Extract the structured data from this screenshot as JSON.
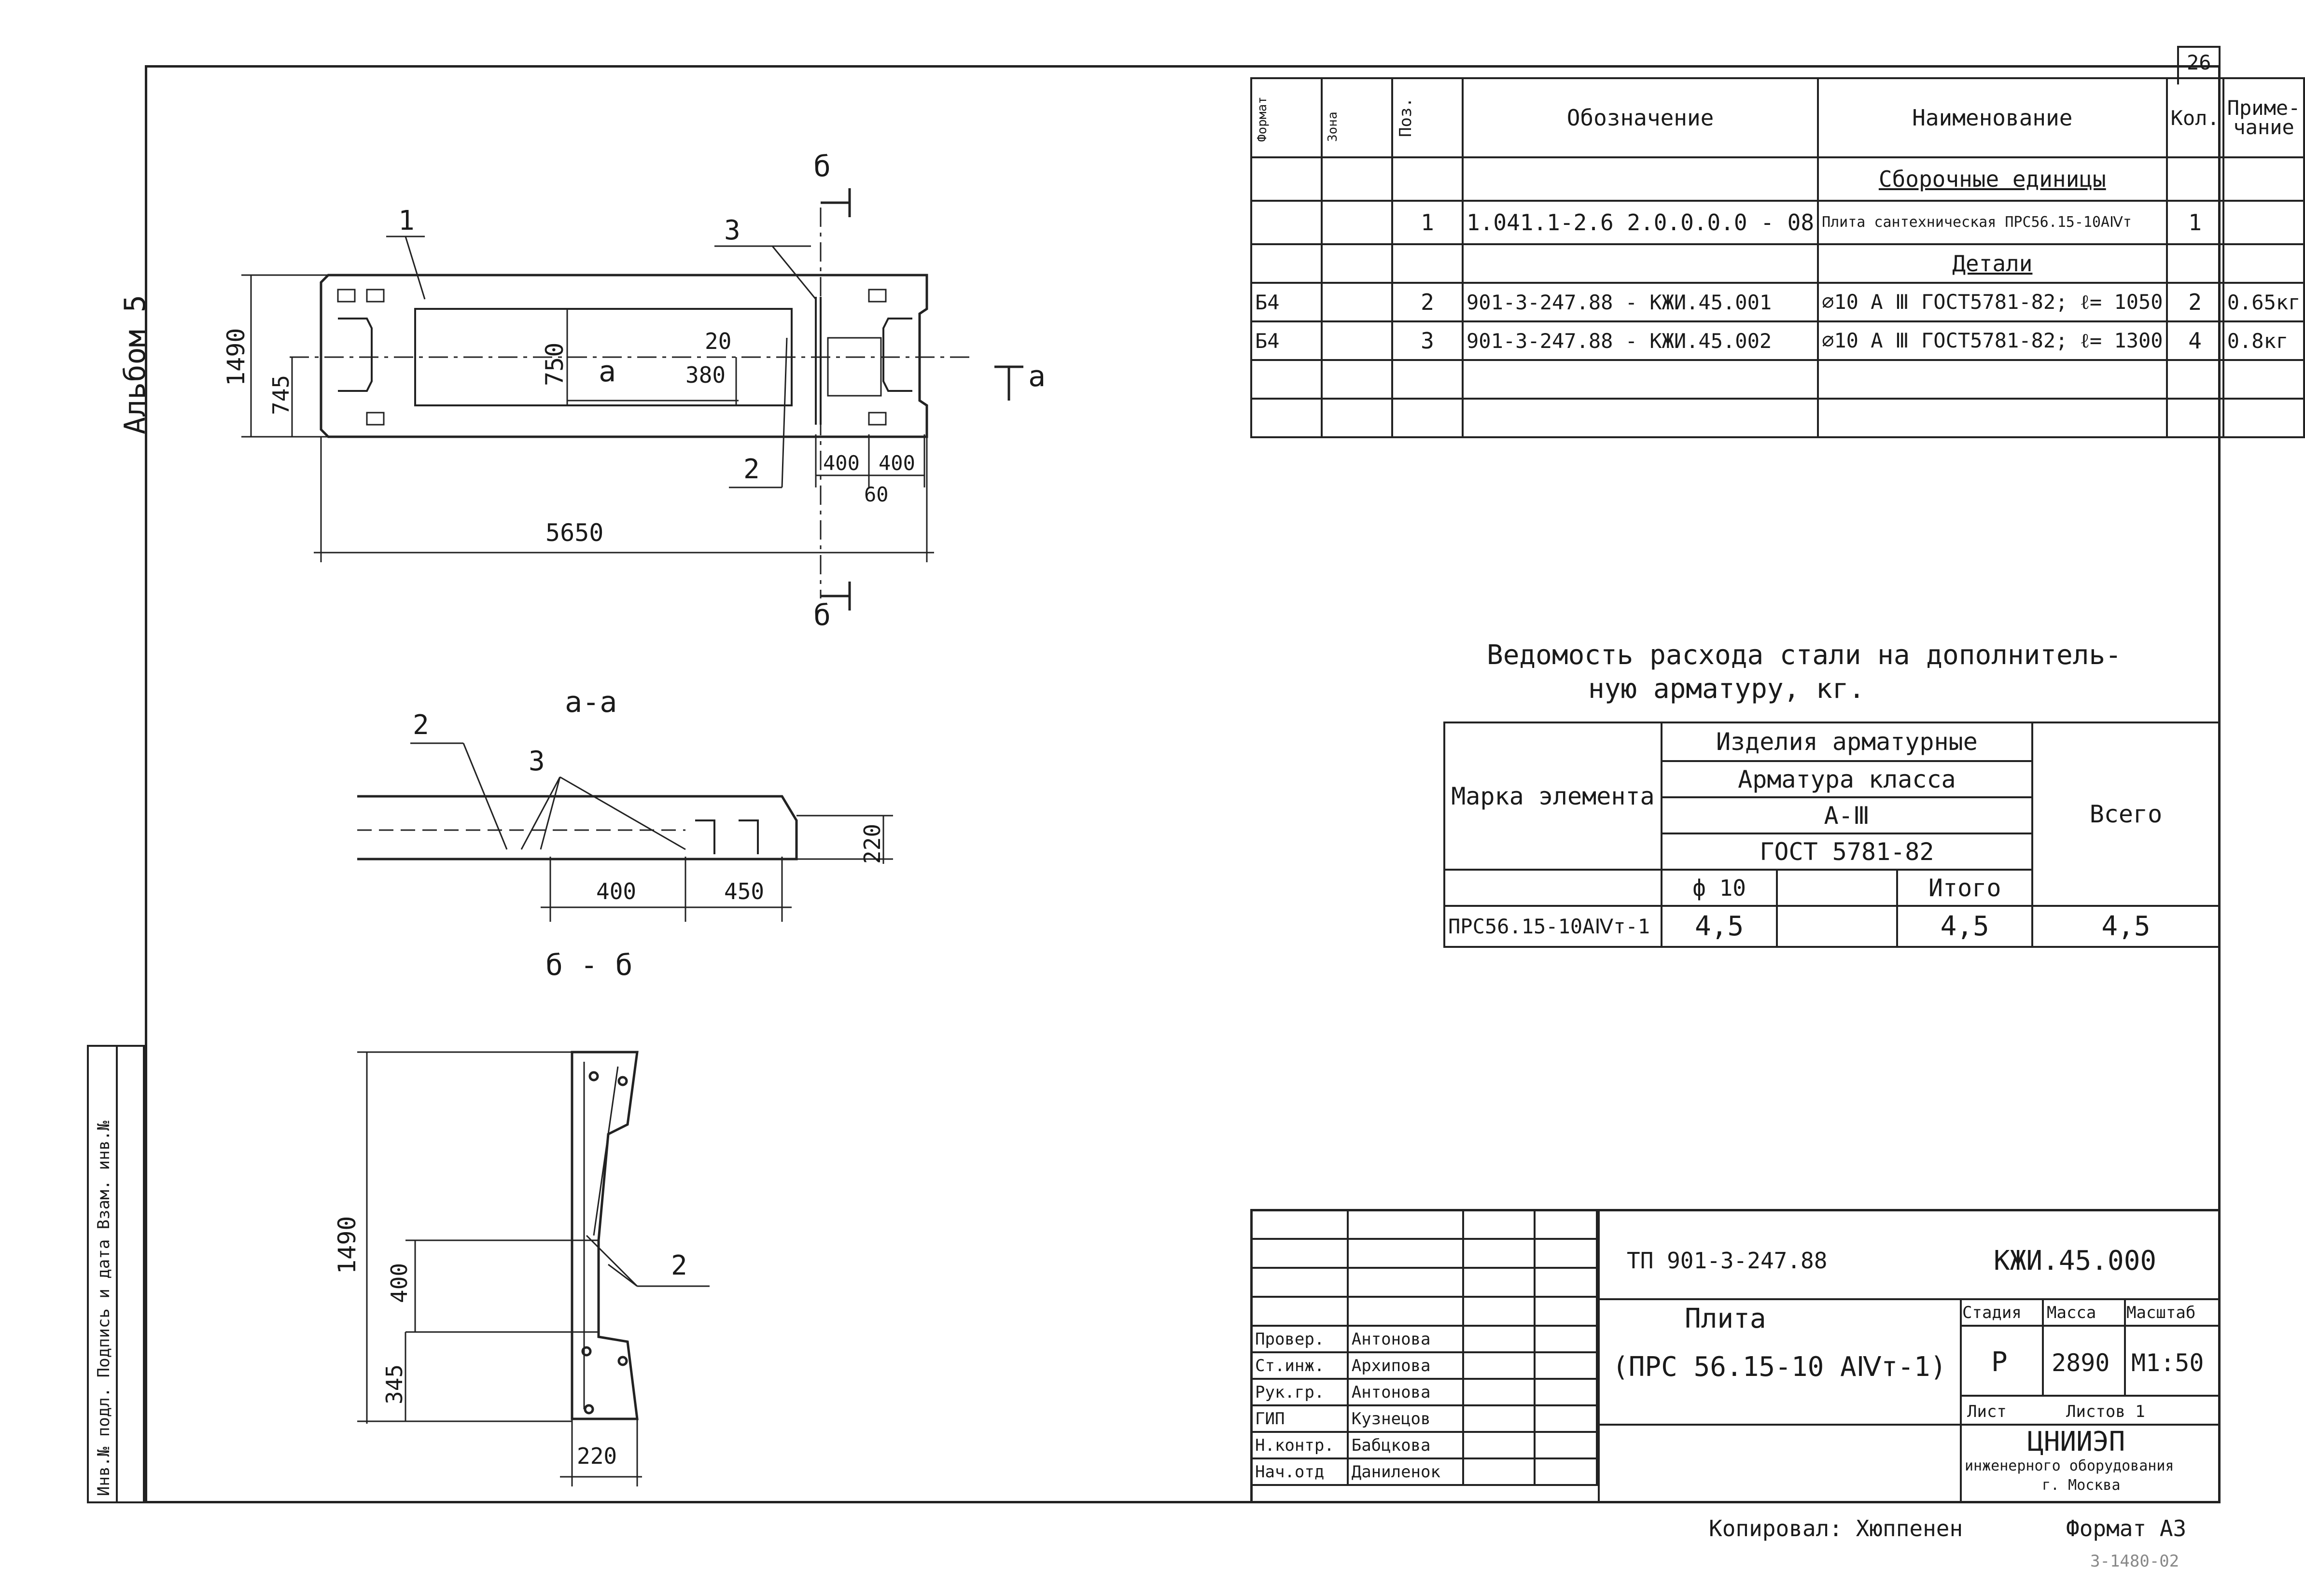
{
  "sheet_number": "26",
  "album_label": "Альбом 5",
  "side_stamp": "Инв.№ подл. Подпись и дата Взам. инв.№",
  "spec_table": {
    "headers": {
      "format": "Формат",
      "zone": "Зона",
      "pos": "Поз.",
      "designation": "Обозначение",
      "name": "Наименование",
      "qty": "Кол.",
      "note": "Приме-чание"
    },
    "section_assembly": "Сборочные единицы",
    "section_details": "Детали",
    "rows": [
      {
        "format": "",
        "pos": "1",
        "designation": "1.041.1-2.6  2.0.0.0.0 - 08",
        "name": "Плита сантехническая ПРС56.15-10АⅣт",
        "qty": "1",
        "note": ""
      },
      {
        "format": "Б4",
        "pos": "2",
        "designation": "901-3-247.88 - КЖИ.45.001",
        "name": "⌀10 А Ⅲ  ГОСТ5781-82; ℓ= 1050",
        "qty": "2",
        "note": "0.65кг"
      },
      {
        "format": "Б4",
        "pos": "3",
        "designation": "901-3-247.88 - КЖИ.45.002",
        "name": "⌀10 А Ⅲ  ГОСТ5781-82; ℓ= 1300",
        "qty": "4",
        "note": "0.8кг"
      }
    ]
  },
  "steel_table": {
    "title_line1": "Ведомость расхода стали на дополнитель-",
    "title_line2": "ную арматуру, кг.",
    "col_mark": "Марка элемента",
    "col_products": "Изделия арматурные",
    "col_class": "Арматура класса",
    "col_grade": "А-Ⅲ",
    "col_gost": "ГОСТ 5781-82",
    "col_phi": "ф 10",
    "col_total_sub": "Итого",
    "col_total": "Всего",
    "row": {
      "mark": "ПРС56.15-10АⅣт-1",
      "phi": "4,5",
      "empty": "",
      "subtotal": "4,5",
      "total": "4,5"
    }
  },
  "drawing": {
    "plan_dims": {
      "length": "5650",
      "width": "1490",
      "half": "745",
      "d750": "750",
      "d380": "380",
      "d20": "20",
      "d400a": "400",
      "d400b": "400",
      "d60": "60"
    },
    "leaders": {
      "p1": "1",
      "p2": "2",
      "p3": "3"
    },
    "section_marks": {
      "b_top": "б",
      "b_bottom": "б",
      "a_left": "а",
      "a_right": "а"
    },
    "section_aa": {
      "title": "а-а",
      "d400": "400",
      "d450": "450",
      "d220": "220",
      "p2": "2",
      "p3": "3"
    },
    "section_bb": {
      "title": "б - б",
      "d1490": "1490",
      "d400": "400",
      "d345": "345",
      "d220": "220",
      "p2": "2"
    }
  },
  "title_block": {
    "project": "ТП 901-3-247.88",
    "code": "КЖИ.45.000",
    "name_line1": "Плита",
    "name_line2": "(ПРС 56.15-10 АⅣт-1)",
    "stage_label": "Стадия",
    "mass_label": "Масса",
    "scale_label": "Масштаб",
    "stage": "Р",
    "mass": "2890",
    "scale": "М1:50",
    "sheet_label": "Лист",
    "sheets_label": "Листов 1",
    "org_line1": "ЦНИИЭП",
    "org_line2": "инженерного оборудования",
    "org_line3": "г. Москва",
    "staff": [
      {
        "role": "Провер.",
        "name": "Антонова"
      },
      {
        "role": "Ст.инж.",
        "name": "Архипова"
      },
      {
        "role": "Рук.гр.",
        "name": "Антонова"
      },
      {
        "role": "ГИП",
        "name": "Кузнецов"
      },
      {
        "role": "Н.контр.",
        "name": "Бабцкова"
      },
      {
        "role": "Нач.отд",
        "name": "Даниленок"
      }
    ]
  },
  "footer": {
    "copied": "Копировал: Хюппенен",
    "format": "Формат А3",
    "stamp": "3-1480-02"
  }
}
